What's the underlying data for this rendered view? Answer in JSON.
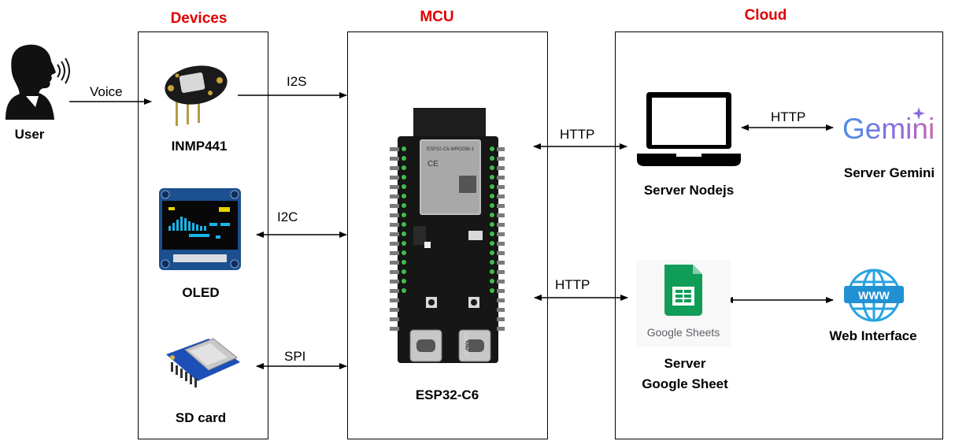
{
  "sections": {
    "devices": "Devices",
    "mcu": "MCU",
    "cloud": "Cloud"
  },
  "nodes": {
    "user": "User",
    "inmp441": "INMP441",
    "oled": "OLED",
    "sd_card": "SD card",
    "esp32": "ESP32-C6",
    "server_nodejs": "Server Nodejs",
    "server_gemini": "Server Gemini",
    "server_sheet_line1": "Server",
    "server_sheet_line2": "Google Sheet",
    "web_interface": "Web Interface"
  },
  "edges": {
    "voice": "Voice",
    "i2s": "I2S",
    "i2c": "I2C",
    "spi": "SPI",
    "http_mcu_node": "HTTP",
    "http_node_gemini": "HTTP",
    "http_mcu_sheet": "HTTP"
  },
  "logos": {
    "gemini": "Gemini",
    "google_sheets": "Google Sheets",
    "www": "WWW"
  },
  "board_text": {
    "module": "ESP32-C6-WROOM-1",
    "brand": "OSZNTEC"
  }
}
